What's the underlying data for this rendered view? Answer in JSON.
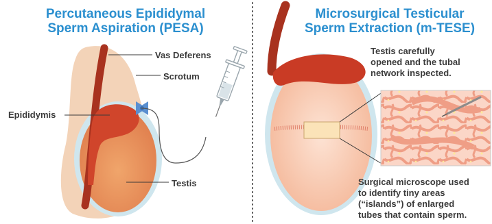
{
  "left_panel": {
    "title_lines": [
      "Percutaneous Epididymal",
      "Sperm Aspiration (PESA)"
    ],
    "labels": {
      "vas_deferens": "Vas Deferens",
      "scrotum": "Scrotum",
      "epididymis": "Epididymis",
      "testis": "Testis"
    }
  },
  "right_panel": {
    "title_lines": [
      "Microsurgical Testicular",
      "Sperm Extraction (m-TESE)"
    ],
    "note_top_lines": [
      "Testis carefully",
      "opened and the tubal",
      "network inspected."
    ],
    "note_bottom_lines": [
      "Surgical microscope used",
      "to identify tiny areas",
      "(“islands”) of enlarged",
      "tubes that contain sperm."
    ]
  },
  "colors": {
    "title": "#2b8fcf",
    "text": "#3a3a3a",
    "scrotum": "#f3d3b8",
    "testis": "#e9955f",
    "tunica": "#cfe6ee",
    "vas": "#a8321f",
    "epididymis": "#d0452b",
    "clamp": "#5a8fd0",
    "tubules": "#f7b9a6",
    "divider": "#555555"
  },
  "icons": [
    "syringe-icon",
    "needle-icon",
    "clamp-icon"
  ]
}
